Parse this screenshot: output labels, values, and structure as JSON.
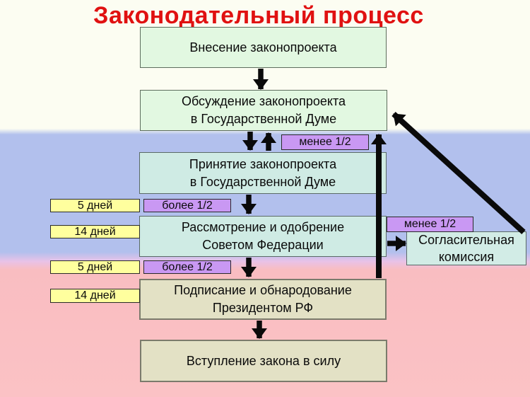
{
  "title": "Законодательный процесс",
  "boxes": [
    {
      "line1": "Внесение законопроекта",
      "line2": ""
    },
    {
      "line1": "Обсуждение законопроекта",
      "line2": "в Государственной Думе"
    },
    {
      "line1": "Принятие законопроекта",
      "line2": "в Государственной Думе"
    },
    {
      "line1": "Рассмотрение и одобрение",
      "line2": "Советом Федерации"
    },
    {
      "line1": "Подписание и обнародование",
      "line2": "Президентом РФ"
    },
    {
      "line1": "Вступление закона в силу",
      "line2": ""
    }
  ],
  "commission": {
    "line1": "Согласительная",
    "line2": "комиссия"
  },
  "duration_labels": [
    {
      "text": "5 дней"
    },
    {
      "text": "14 дней"
    },
    {
      "text": "5 дней"
    },
    {
      "text": "14 дней"
    }
  ],
  "vote_labels": [
    {
      "text": "менее 1/2"
    },
    {
      "text": "более 1/2"
    },
    {
      "text": "менее 1/2"
    },
    {
      "text": "более 1/2"
    }
  ],
  "colors": {
    "title_red": "#e01111",
    "box_green": "#e2f8e1",
    "box_cyan": "#cfebe4",
    "box_beige": "#e3e1c5",
    "label_yellow": "#ffff9e",
    "label_purple": "#c998f3",
    "band_white": "#fcfdf2",
    "band_blue": "#b2c0ed",
    "band_pink": "#f9bdc1",
    "arrow_black": "#0a0a0a"
  }
}
